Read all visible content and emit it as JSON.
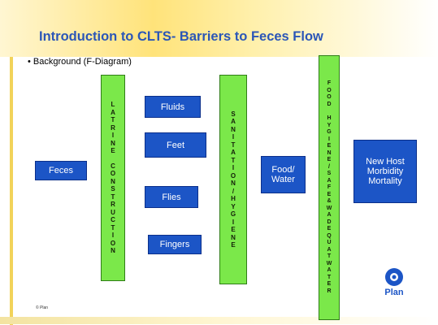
{
  "slide": {
    "title": "Introduction to CLTS- Barriers to Feces Flow",
    "bullet": "Background (F-Diagram)",
    "footnote": "© Plan",
    "logo_text": "Plan"
  },
  "diagram": {
    "feces": "Feces",
    "latrine_construction": "L A T R I N E   C O N S T R U C T I O N",
    "fluids": "Fluids",
    "feet": "Feet",
    "flies": "Flies",
    "fingers": "Fingers",
    "sanitation_hygiene": "S A N I T A T I O N / H Y G I E N E",
    "food_water": "Food/ Water",
    "food_hygiene": "F O O D   H Y G I E N E / S A F E & W A D E Q U A T W A T E R",
    "new_host": "New Host Morbidity Mortality"
  },
  "colors": {
    "blue_box": "#1c55c6",
    "green_bar": "#7be84a",
    "title": "#2b56b7"
  }
}
